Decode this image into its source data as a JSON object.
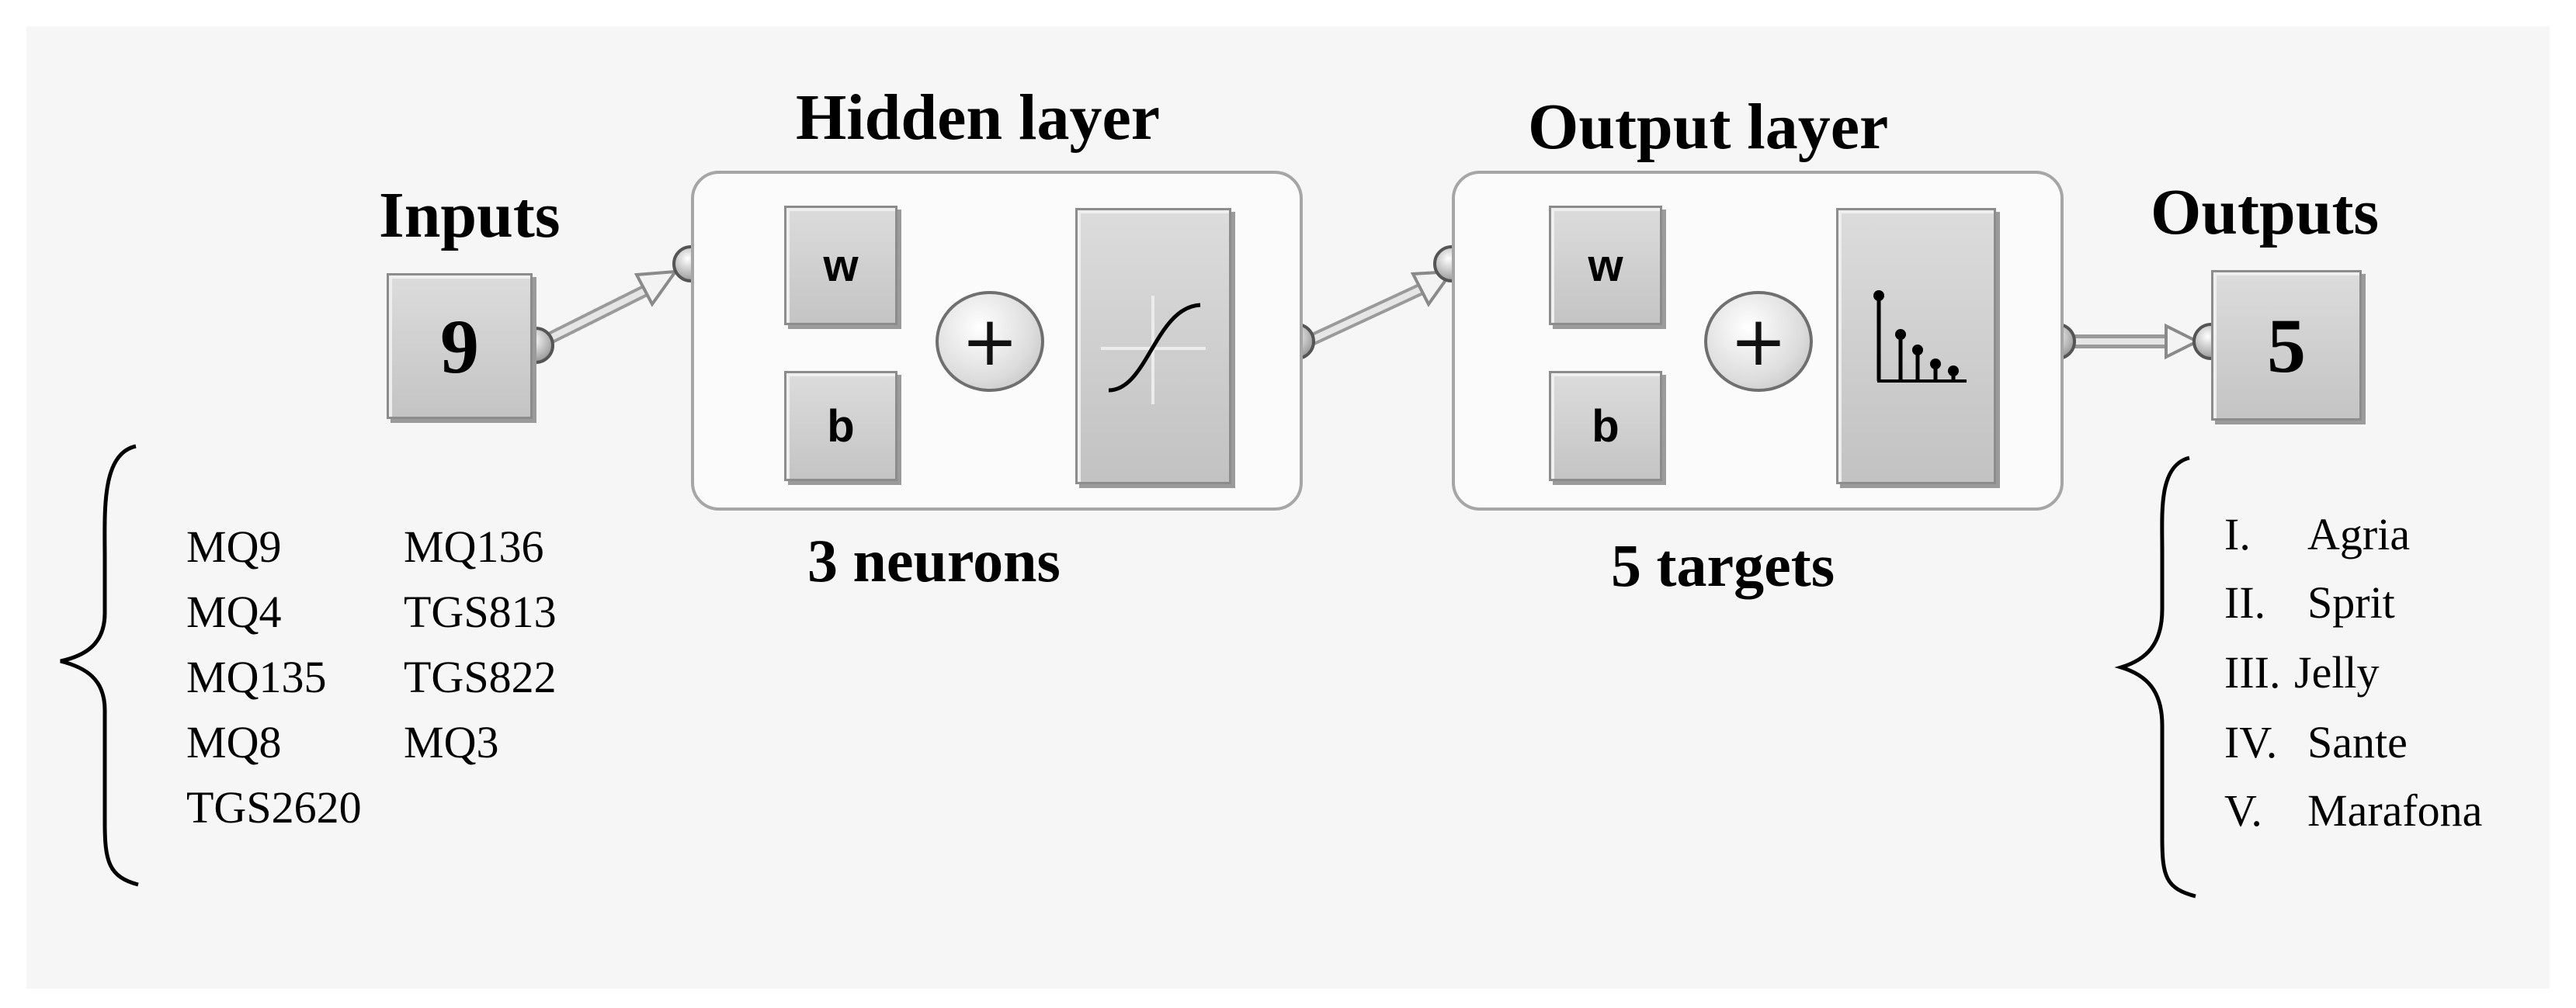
{
  "titles": {
    "inputs": "Inputs",
    "hidden_layer": "Hidden layer",
    "output_layer": "Output layer",
    "outputs": "Outputs"
  },
  "input_count": "9",
  "output_count": "5",
  "hidden": {
    "weight": "w",
    "bias": "b",
    "neurons": "3 neurons"
  },
  "output": {
    "weight": "w",
    "bias": "b",
    "targets": "5 targets"
  },
  "sensors": [
    "MQ9",
    "MQ136",
    "MQ4",
    "TGS813",
    "MQ135",
    "TGS822",
    "MQ8",
    "MQ3",
    "TGS2620"
  ],
  "classes": [
    {
      "numeral": "I.",
      "name": "Agria"
    },
    {
      "numeral": "II.",
      "name": "Sprit"
    },
    {
      "numeral": "III.",
      "name": "Jelly"
    },
    {
      "numeral": "IV.",
      "name": "Sante"
    },
    {
      "numeral": "V.",
      "name": "Marafona"
    }
  ],
  "icons": {
    "transfer_hidden": "sigmoid-curve-icon",
    "transfer_output": "softmax-stem-icon",
    "summation": "plus-icon"
  }
}
